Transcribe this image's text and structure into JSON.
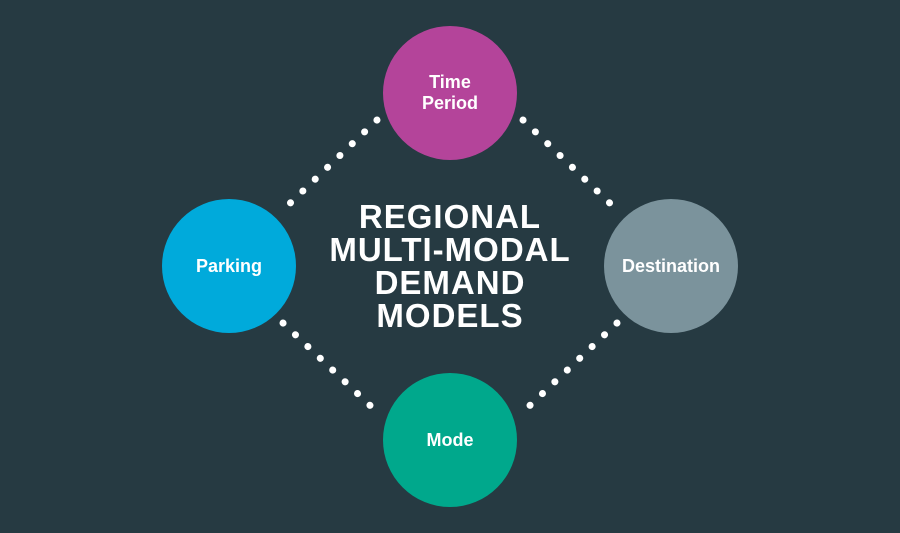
{
  "title": {
    "lines": [
      "REGIONAL",
      "MULTI-MODAL",
      "DEMAND",
      "MODELS"
    ]
  },
  "nodes": {
    "time_period": {
      "label": "Time\nPeriod",
      "color": "#b4449a"
    },
    "parking": {
      "label": "Parking",
      "color": "#00aadb"
    },
    "destination": {
      "label": "Destination",
      "color": "#7b939c"
    },
    "mode": {
      "label": "Mode",
      "color": "#00a88c"
    }
  },
  "colors": {
    "background": "#263a42",
    "connector": "#ffffff"
  }
}
